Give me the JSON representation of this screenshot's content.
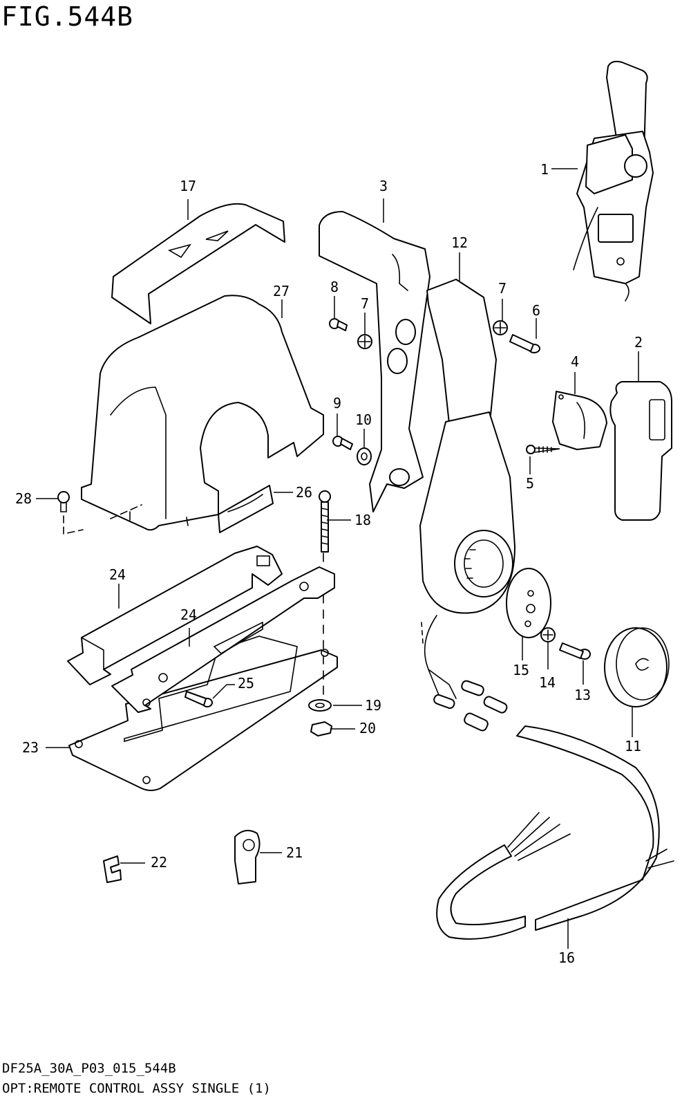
{
  "figure": {
    "title": "FIG.544B",
    "drawing_code": "DF25A_30A_P03_015_544B",
    "description": "OPT:REMOTE CONTROL ASSY SINGLE (1)"
  },
  "callouts": [
    {
      "id": "c1",
      "label": "1"
    },
    {
      "id": "c2",
      "label": "2"
    },
    {
      "id": "c3",
      "label": "3"
    },
    {
      "id": "c4",
      "label": "4"
    },
    {
      "id": "c5",
      "label": "5"
    },
    {
      "id": "c6",
      "label": "6"
    },
    {
      "id": "c7a",
      "label": "7"
    },
    {
      "id": "c7b",
      "label": "7"
    },
    {
      "id": "c8",
      "label": "8"
    },
    {
      "id": "c9",
      "label": "9"
    },
    {
      "id": "c10",
      "label": "10"
    },
    {
      "id": "c11",
      "label": "11"
    },
    {
      "id": "c12",
      "label": "12"
    },
    {
      "id": "c13",
      "label": "13"
    },
    {
      "id": "c14",
      "label": "14"
    },
    {
      "id": "c15",
      "label": "15"
    },
    {
      "id": "c16",
      "label": "16"
    },
    {
      "id": "c17",
      "label": "17"
    },
    {
      "id": "c18",
      "label": "18"
    },
    {
      "id": "c19",
      "label": "19"
    },
    {
      "id": "c20",
      "label": "20"
    },
    {
      "id": "c21",
      "label": "21"
    },
    {
      "id": "c22",
      "label": "22"
    },
    {
      "id": "c23",
      "label": "23"
    },
    {
      "id": "c24a",
      "label": "24"
    },
    {
      "id": "c24b",
      "label": "24"
    },
    {
      "id": "c25",
      "label": "25"
    },
    {
      "id": "c26",
      "label": "26"
    },
    {
      "id": "c27",
      "label": "27"
    },
    {
      "id": "c28",
      "label": "28"
    }
  ]
}
